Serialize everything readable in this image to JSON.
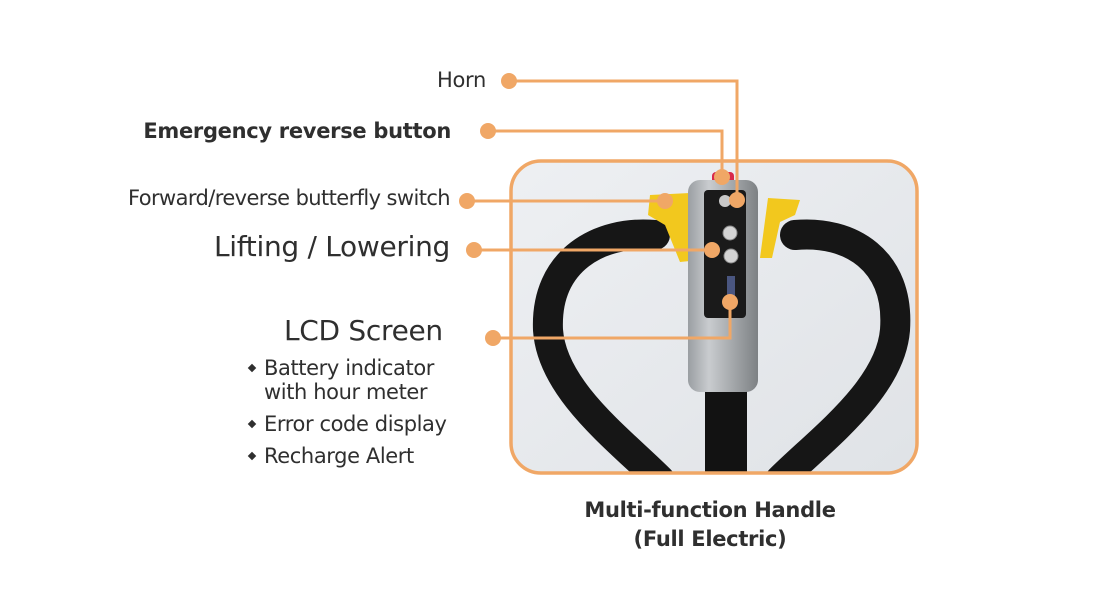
{
  "labels": {
    "horn": "Horn",
    "emergency": "Emergency reverse button",
    "butterfly": "Forward/reverse butterfly switch",
    "lifting": "Lifting / Lowering",
    "lcd_title": "LCD Screen",
    "lcd_features": [
      "Battery indicator",
      "with hour meter",
      "Error code display",
      "Recharge Alert"
    ]
  },
  "caption": {
    "line1": "Multi-function Handle",
    "line2": "(Full Electric)"
  },
  "colors": {
    "accent": "#f0a766",
    "text": "#2f2f2f"
  }
}
